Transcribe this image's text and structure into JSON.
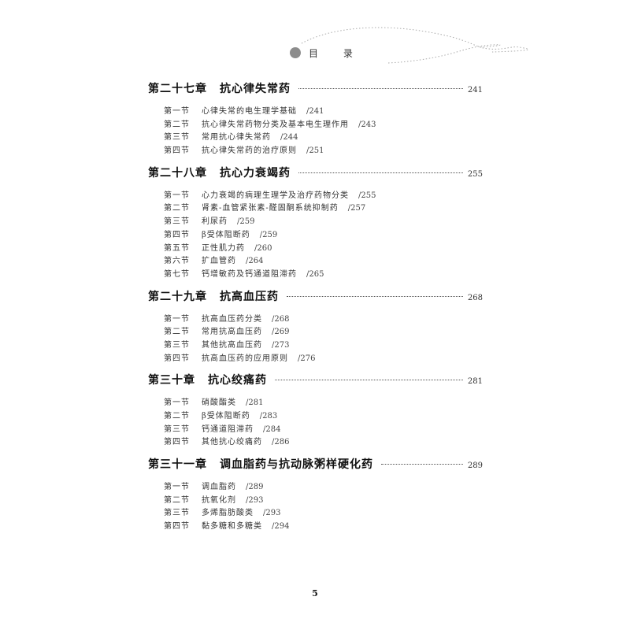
{
  "header": {
    "title": "目 录",
    "decoration_color": "#8c8c8c"
  },
  "chapters": [
    {
      "number": "第二十七章",
      "title": "抗心律失常药",
      "page": "241",
      "sections": [
        {
          "number": "第一节",
          "title": "心律失常的电生理学基础",
          "page": "/241"
        },
        {
          "number": "第二节",
          "title": "抗心律失常药物分类及基本电生理作用",
          "page": "/243"
        },
        {
          "number": "第三节",
          "title": "常用抗心律失常药",
          "page": "/244"
        },
        {
          "number": "第四节",
          "title": "抗心律失常药的治疗原则",
          "page": "/251"
        }
      ]
    },
    {
      "number": "第二十八章",
      "title": "抗心力衰竭药",
      "page": "255",
      "sections": [
        {
          "number": "第一节",
          "title": "心力衰竭的病理生理学及治疗药物分类",
          "page": "/255"
        },
        {
          "number": "第二节",
          "title": "肾素-血管紧张素-醛固酮系统抑制药",
          "page": "/257"
        },
        {
          "number": "第三节",
          "title": "利尿药",
          "page": "/259"
        },
        {
          "number": "第四节",
          "title": "β受体阻断药",
          "page": "/259"
        },
        {
          "number": "第五节",
          "title": "正性肌力药",
          "page": "/260"
        },
        {
          "number": "第六节",
          "title": "扩血管药",
          "page": "/264"
        },
        {
          "number": "第七节",
          "title": "钙增敏药及钙通道阻滞药",
          "page": "/265"
        }
      ]
    },
    {
      "number": "第二十九章",
      "title": "抗高血压药",
      "page": "268",
      "sections": [
        {
          "number": "第一节",
          "title": "抗高血压药分类",
          "page": "/268"
        },
        {
          "number": "第二节",
          "title": "常用抗高血压药",
          "page": "/269"
        },
        {
          "number": "第三节",
          "title": "其他抗高血压药",
          "page": "/273"
        },
        {
          "number": "第四节",
          "title": "抗高血压药的应用原则",
          "page": "/276"
        }
      ]
    },
    {
      "number": "第三十章",
      "title": "抗心绞痛药",
      "page": "281",
      "sections": [
        {
          "number": "第一节",
          "title": "硝酸酯类",
          "page": "/281"
        },
        {
          "number": "第二节",
          "title": "β受体阻断药",
          "page": "/283"
        },
        {
          "number": "第三节",
          "title": "钙通道阻滞药",
          "page": "/284"
        },
        {
          "number": "第四节",
          "title": "其他抗心绞痛药",
          "page": "/286"
        }
      ]
    },
    {
      "number": "第三十一章",
      "title": "调血脂药与抗动脉粥样硬化药",
      "page": "289",
      "sections": [
        {
          "number": "第一节",
          "title": "调血脂药",
          "page": "/289"
        },
        {
          "number": "第二节",
          "title": "抗氧化剂",
          "page": "/293"
        },
        {
          "number": "第三节",
          "title": "多烯脂肪酸类",
          "page": "/293"
        },
        {
          "number": "第四节",
          "title": "黏多糖和多糖类",
          "page": "/294"
        }
      ]
    }
  ],
  "footer": {
    "page_number": "5"
  }
}
